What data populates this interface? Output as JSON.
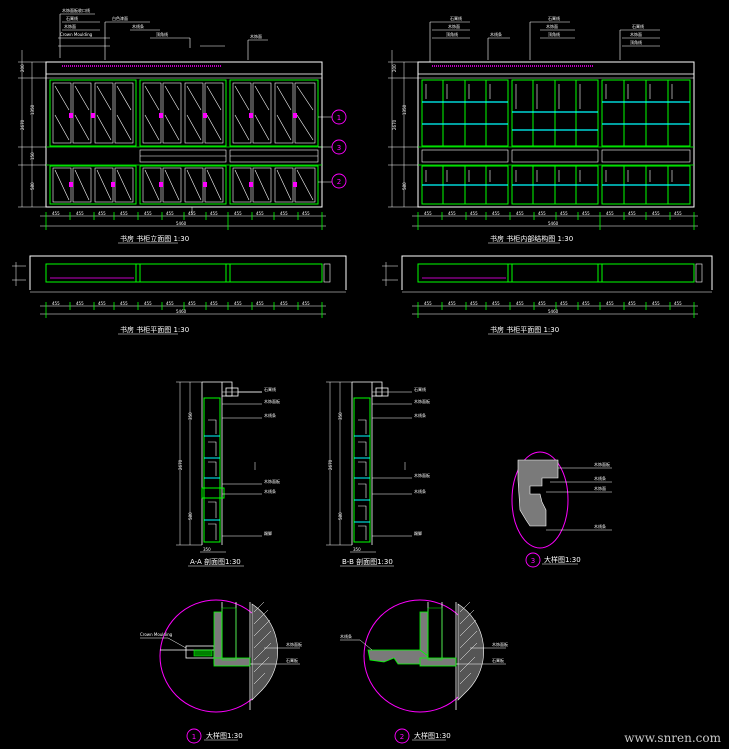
{
  "title_front": "书房 书柜立面图 1:30",
  "title_inner": "书房 书柜内部结构图 1:30",
  "title_plan_left": "书房 书柜平面图 1:30",
  "title_plan_right": "书房 书柜平面图 1:30",
  "title_section_a": "A-A 剖面图1:30",
  "title_section_b": "B-B 剖面图1:30",
  "title_detail_1": "大样图1:30",
  "title_detail_2": "大样图1:30",
  "title_detail_3": "大样图1:30",
  "callout_1": "1",
  "callout_2": "2",
  "callout_3": "3",
  "watermark": "www.snren.com",
  "colors": {
    "background": "#000000",
    "frame": "#ffffff",
    "panel": "#00ff00",
    "magenta": "#ff00ff",
    "cyan": "#00ffff",
    "dim": "#00ff00"
  }
}
